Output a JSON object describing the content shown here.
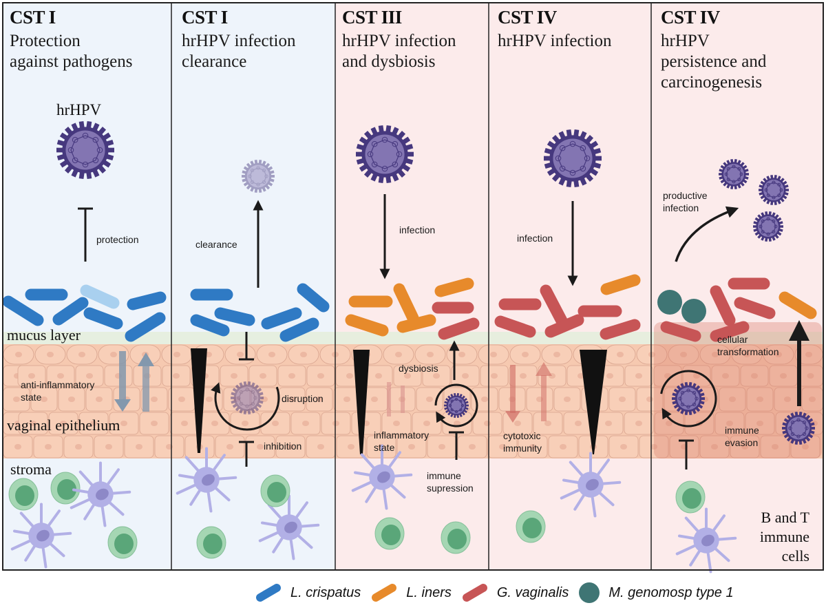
{
  "colors": {
    "panel_blue_bg": "#eef4fb",
    "panel_pink_bg": "#fcebeb",
    "l_crispatus": "#2f7ac4",
    "l_crispatus_faded": "#a9d0ef",
    "l_iners": "#e78a2b",
    "g_vaginalis": "#c75556",
    "m_genomosp": "#3f7574",
    "virus": "#46387e",
    "virus_fill": "#8375b2",
    "epithelium": "#f6c9b0",
    "epithelium_border": "#d8a48f",
    "mucus": "#e4eedd",
    "dendritic_cell": "#b2b0e6",
    "lymphocyte_outer": "#a5d6b3",
    "lymphocyte_inner": "#5aa679",
    "arrow": "#1a1a1a"
  },
  "panels": [
    {
      "title": "CST I",
      "subtitle": [
        "Protection",
        "against pathogens"
      ],
      "theme": "blue"
    },
    {
      "title": "CST I",
      "subtitle": [
        "hrHPV infection",
        "clearance"
      ],
      "theme": "blue"
    },
    {
      "title": "CST III",
      "subtitle": [
        "hrHPV infection",
        "and dysbiosis"
      ],
      "theme": "pink"
    },
    {
      "title": "CST IV",
      "subtitle": [
        "hrHPV infection"
      ],
      "theme": "pink"
    },
    {
      "title": "CST IV",
      "subtitle": [
        "hrHPV",
        "persistence and",
        "carcinogenesis"
      ],
      "theme": "pink"
    }
  ],
  "layer_labels": {
    "virus": "hrHPV",
    "mucus": "mucus layer",
    "epithelium": "vaginal epithelium",
    "stroma": "stroma",
    "immune_cells": [
      "B and T",
      "immune",
      "cells"
    ]
  },
  "annotations": {
    "protection": "protection",
    "anti_inflammatory": [
      "anti-inflammatory",
      "state"
    ],
    "clearance": "clearance",
    "disruption": "disruption",
    "inhibition": "inhibition",
    "infection_1": "infection",
    "dysbiosis": "dysbiosis",
    "inflammatory": [
      "inflammatory",
      "state"
    ],
    "immune_supression": [
      "immune",
      "supression"
    ],
    "infection_2": "infection",
    "cytotoxic": [
      "cytotoxic",
      "immunity"
    ],
    "productive_infection": [
      "productive",
      "infection"
    ],
    "cellular_transformation": [
      "cellular",
      "transformation"
    ],
    "immune_evasion": [
      "immune",
      "evasion"
    ]
  },
  "legend": [
    {
      "label": "L. crispatus",
      "shape": "rod",
      "color": "#2f7ac4"
    },
    {
      "label": "L. iners",
      "shape": "rod",
      "color": "#e78a2b"
    },
    {
      "label": "G. vaginalis",
      "shape": "rod",
      "color": "#c75556"
    },
    {
      "label": "M. genomosp type 1",
      "shape": "coccus",
      "color": "#3f7574"
    }
  ]
}
